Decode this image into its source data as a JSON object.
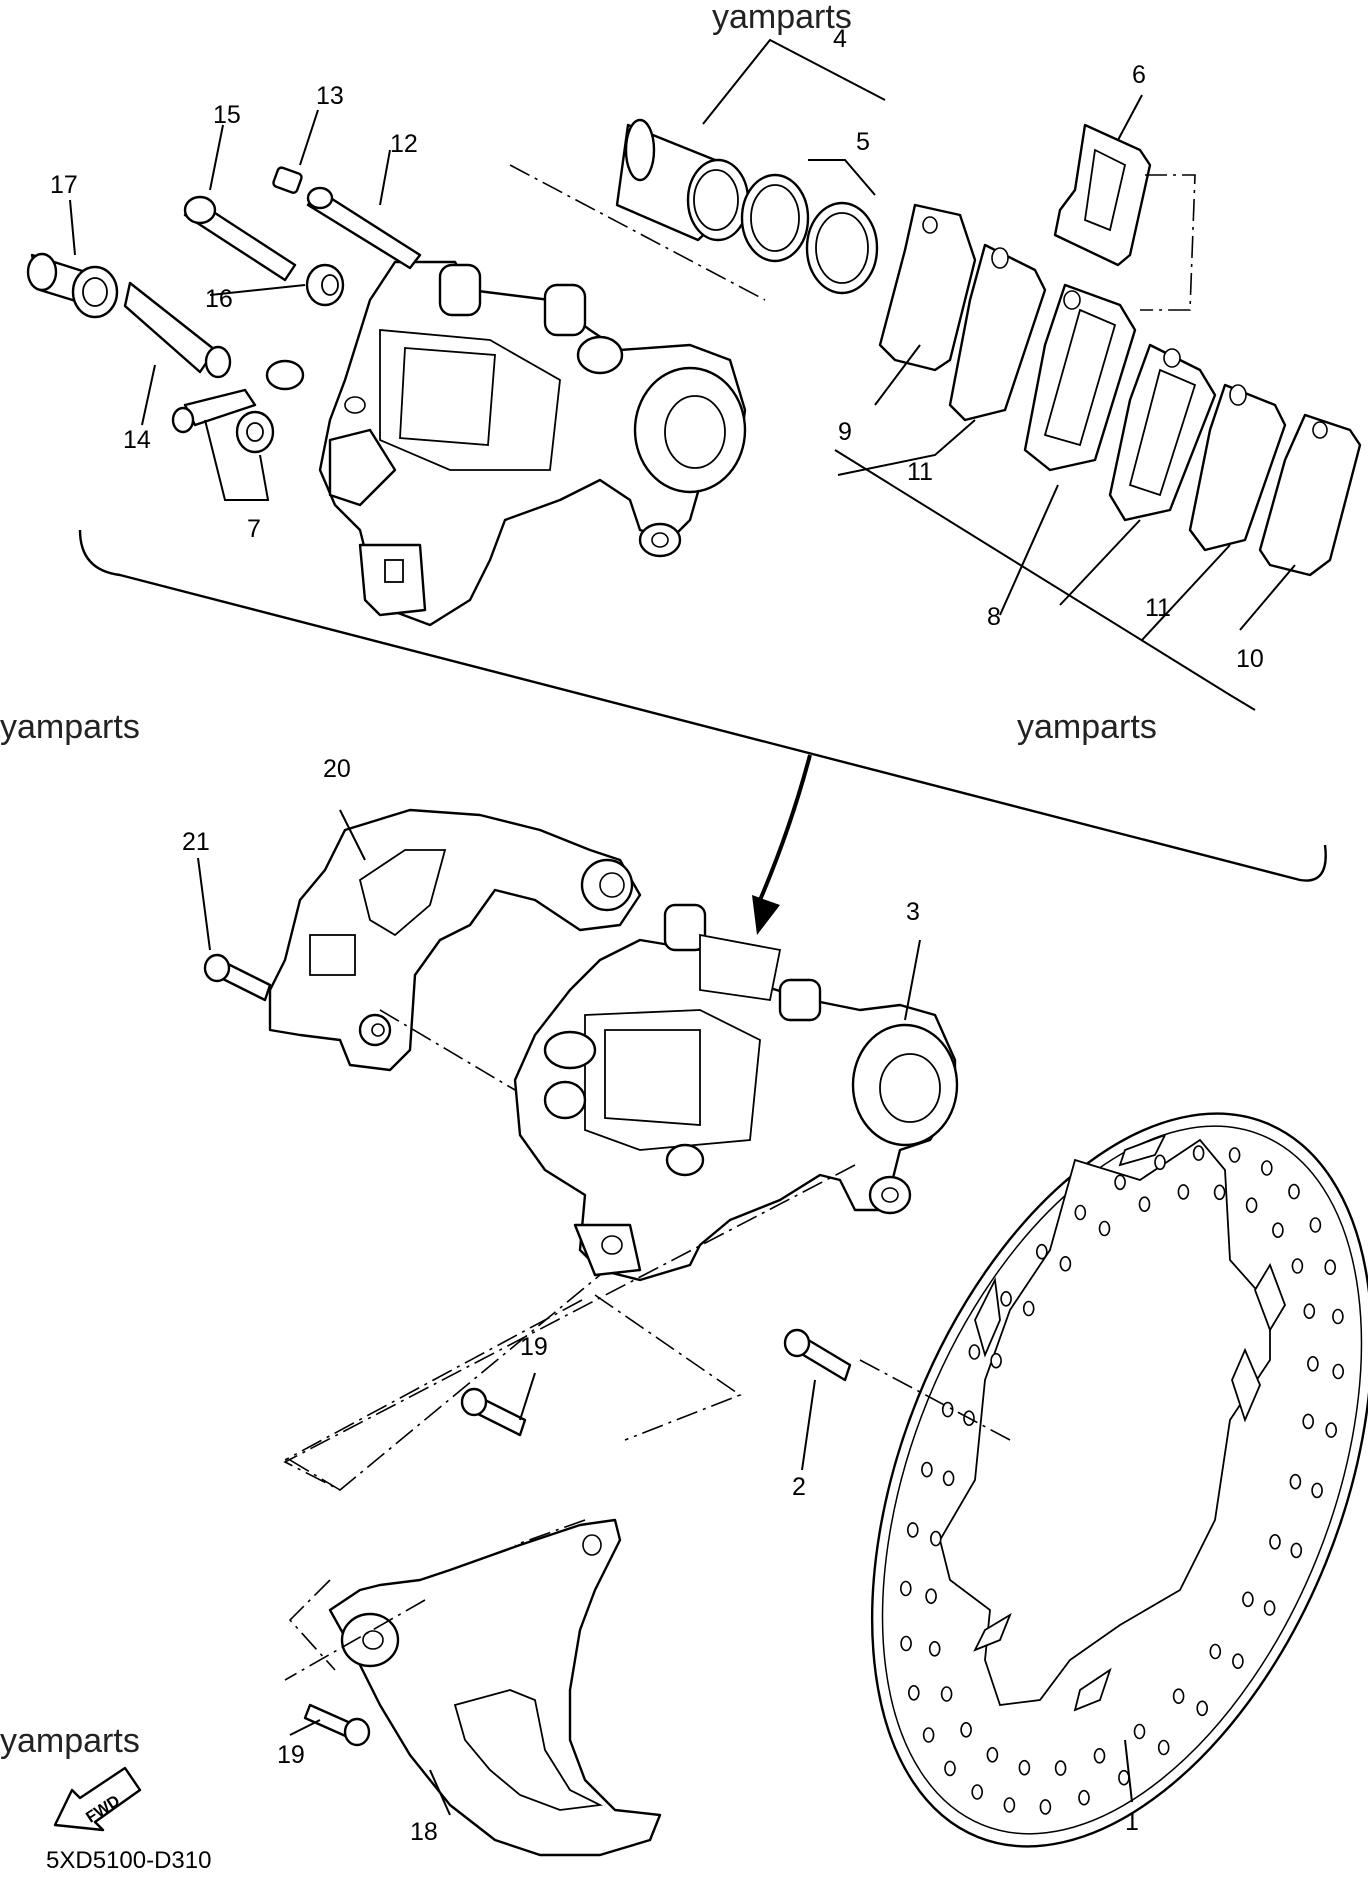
{
  "watermark": "yamparts",
  "diagram_code": "5XD5100-D310",
  "fwd_label": "FWD",
  "callouts": {
    "c1": "1",
    "c2": "2",
    "c3": "3",
    "c4": "4",
    "c5": "5",
    "c6": "6",
    "c7": "7",
    "c8": "8",
    "c9": "9",
    "c10": "10",
    "c11a": "11",
    "c11b": "11",
    "c12": "12",
    "c13": "13",
    "c14": "14",
    "c15": "15",
    "c16": "16",
    "c17": "17",
    "c18": "18",
    "c19a": "19",
    "c19b": "19",
    "c20": "20",
    "c21": "21"
  }
}
